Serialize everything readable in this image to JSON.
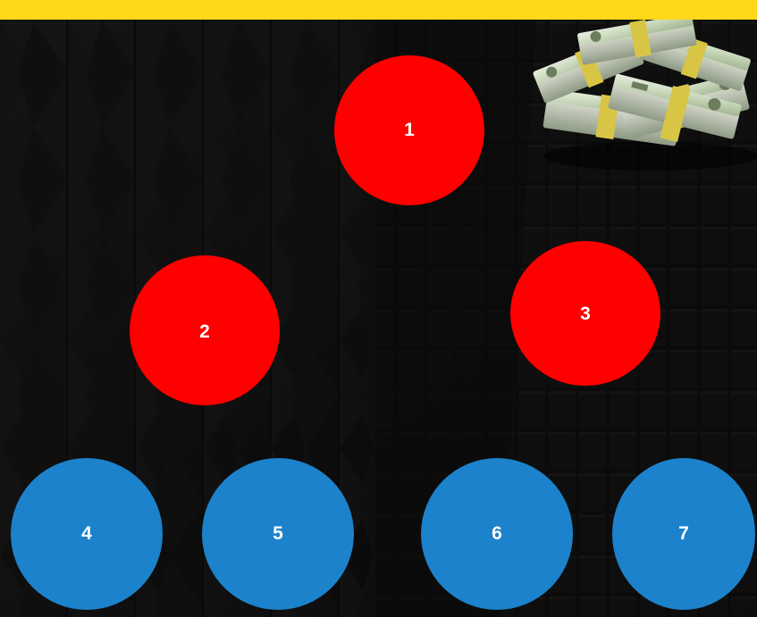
{
  "colors": {
    "top_bar": "#FFD81C",
    "background": "#0b0b0b",
    "red_circle": "#FF0000",
    "blue_circle": "#1C82CB",
    "circle_text": "#FFFFFF"
  },
  "top_row": [
    {
      "label": "1"
    }
  ],
  "middle_row": [
    {
      "label": "2"
    },
    {
      "label": "3"
    }
  ],
  "bottom_row": [
    {
      "label": "4"
    },
    {
      "label": "5"
    },
    {
      "label": "6"
    },
    {
      "label": "7"
    }
  ],
  "decorations": {
    "money_image": "stack-of-dollar-bills",
    "background_image": "dark-building-facade"
  }
}
